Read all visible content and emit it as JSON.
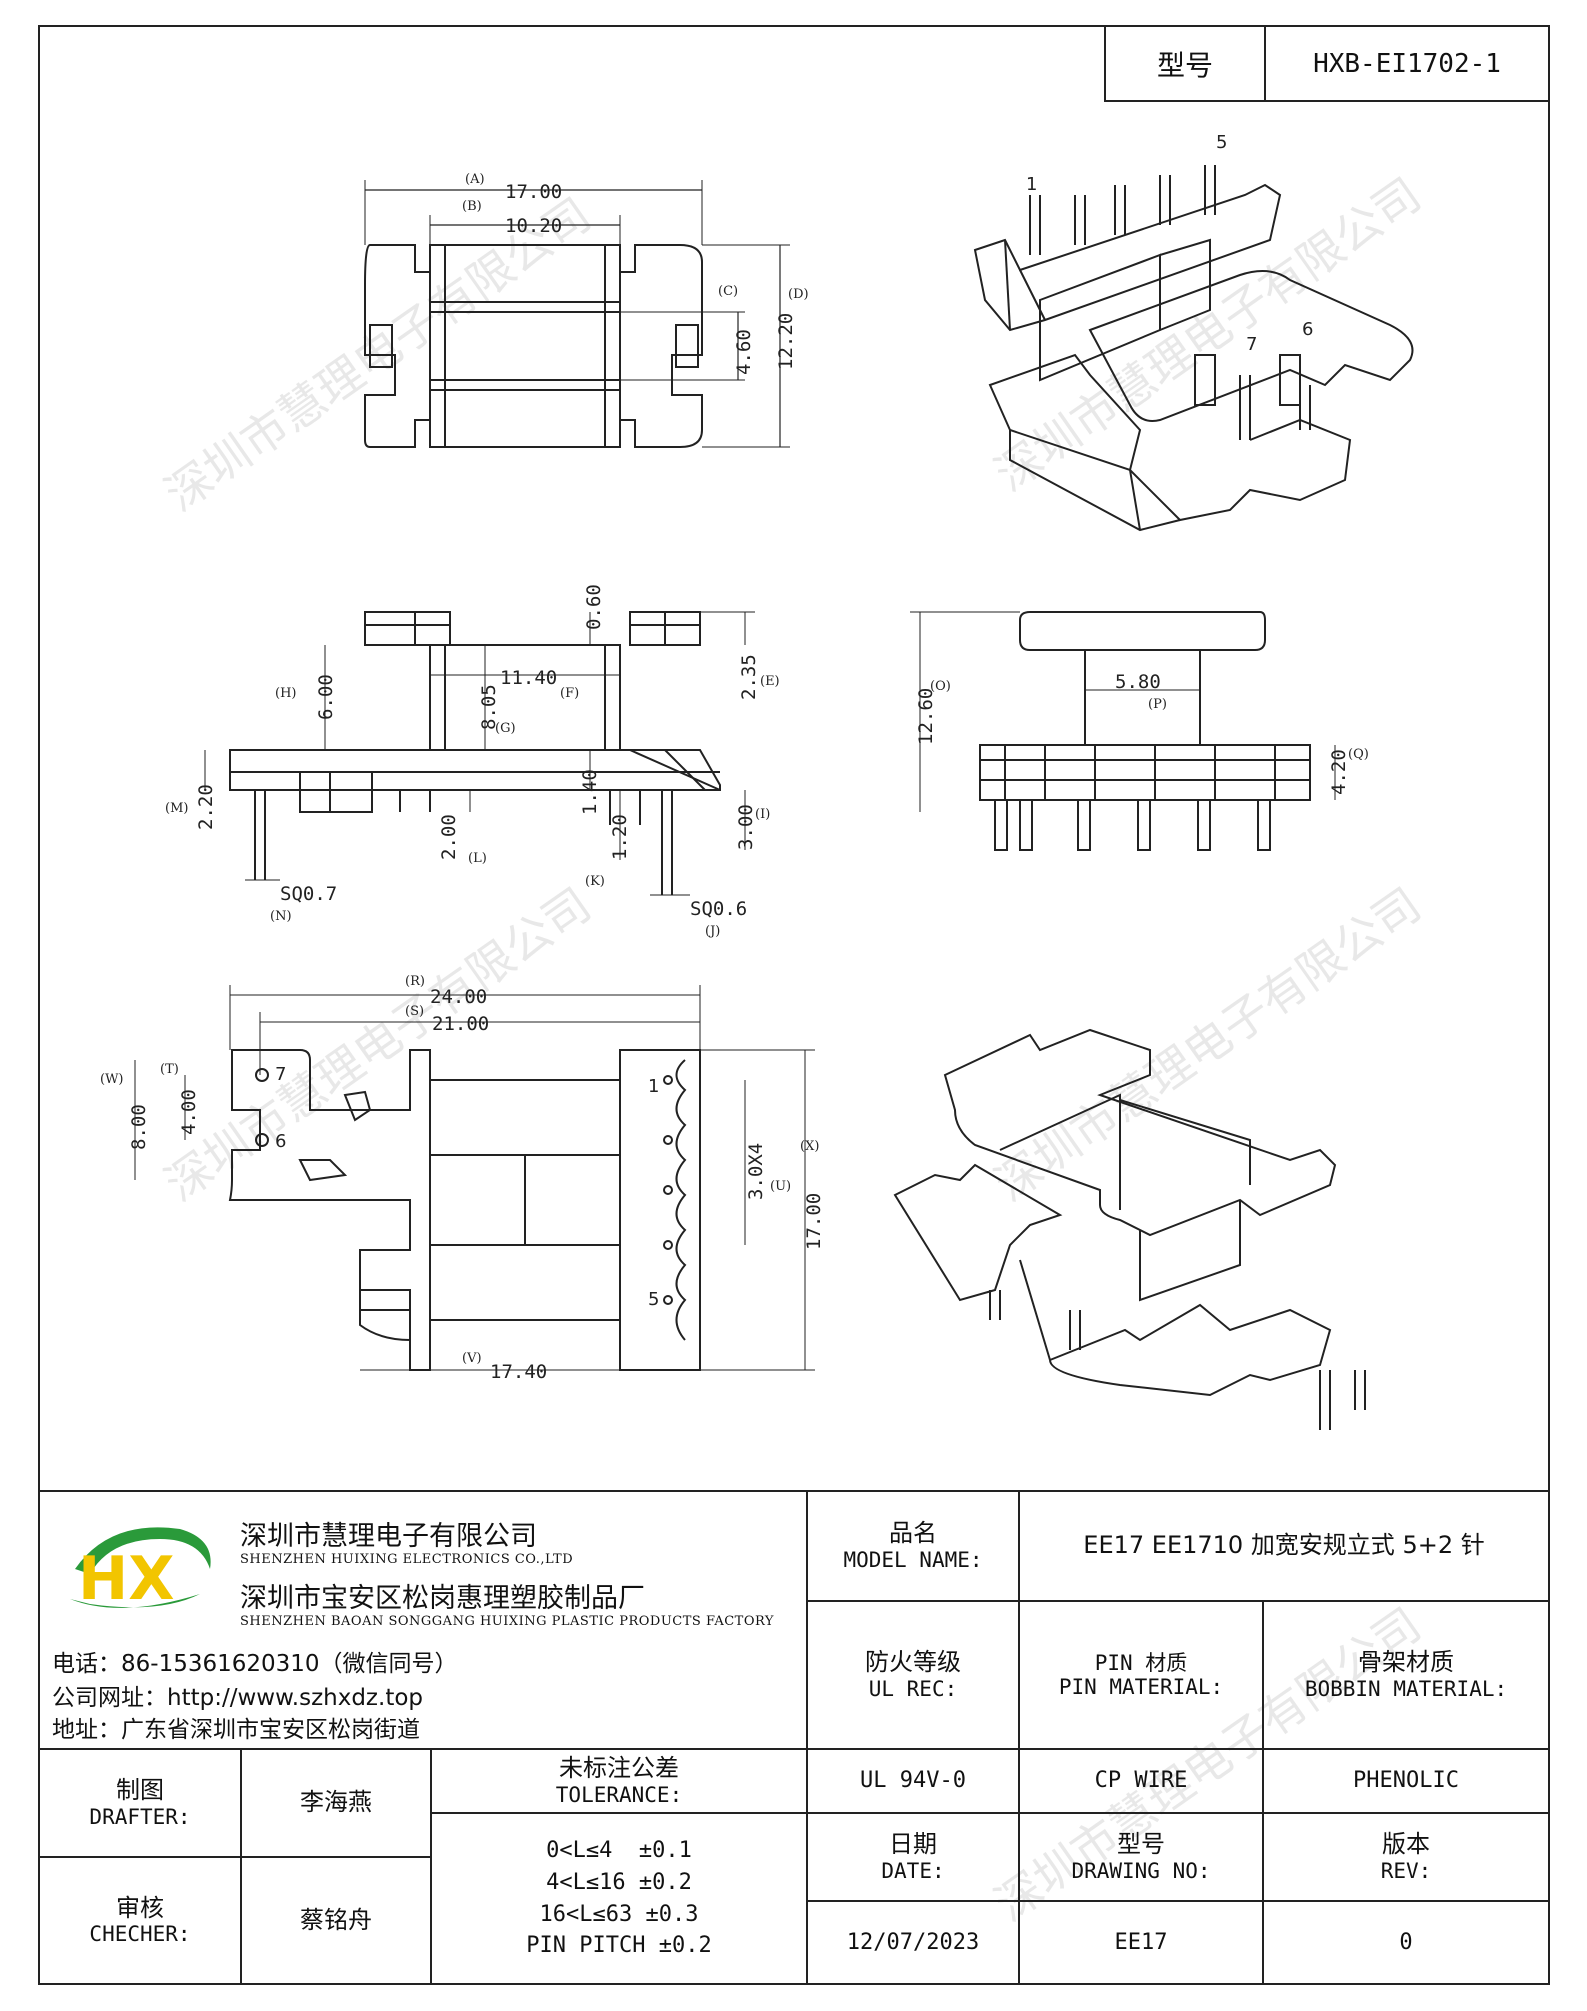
{
  "header": {
    "model_label": "型号",
    "model_value": "HXB-EI1702-1"
  },
  "watermark": "深圳市慧理电子有限公司",
  "top_view": {
    "dims": {
      "A": "17.00",
      "B": "10.20",
      "C": "4.60",
      "D": "12.20"
    },
    "labels": {
      "A": "(A)",
      "B": "(B)",
      "C": "(C)",
      "D": "(D)"
    }
  },
  "front_view": {
    "dims": {
      "gap": "0.60",
      "E": "2.35",
      "F": "11.40",
      "G": "8.05",
      "H": "6.00",
      "M": "2.20",
      "L": "2.00",
      "K": "1.20",
      "I": "3.00",
      "flange": "1.40",
      "N": "SQ0.7",
      "J": "SQ0.6"
    },
    "labels": {
      "E": "(E)",
      "F": "(F)",
      "G": "(G)",
      "H": "(H)",
      "M": "(M)",
      "L": "(L)",
      "K": "(K)",
      "I": "(I)",
      "N": "(N)",
      "J": "(J)"
    }
  },
  "side_view": {
    "dims": {
      "O": "12.60",
      "P": "5.80",
      "Q": "4.20"
    },
    "labels": {
      "O": "(O)",
      "P": "(P)",
      "Q": "(Q)"
    }
  },
  "bottom_view": {
    "dims": {
      "R": "24.00",
      "S": "21.00",
      "T": "4.00",
      "W": "8.00",
      "U": "3.0X4",
      "X": "17.00",
      "V": "17.40"
    },
    "labels": {
      "R": "(R)",
      "S": "(S)",
      "T": "(T)",
      "W": "(W)",
      "U": "(U)",
      "X": "(X)",
      "V": "(V)"
    },
    "pins": [
      "7",
      "6",
      "1",
      "5"
    ]
  },
  "iso_view": {
    "pins": [
      "1",
      "5",
      "7",
      "6"
    ]
  },
  "company": {
    "name_cn": "深圳市慧理电子有限公司",
    "name_en": "SHENZHEN HUIXING ELECTRONICS CO.,LTD",
    "factory_cn": "深圳市宝安区松岗惠理塑胶制品厂",
    "factory_en": "SHENZHEN BAOAN SONGGANG HUIXING PLASTIC PRODUCTS FACTORY",
    "phone": "电话：86-15361620310（微信同号）",
    "website": "公司网址：http://www.szhxdz.top",
    "address": "地址：广东省深圳市宝安区松岗街道",
    "logo_letters": "HX"
  },
  "title_block": {
    "model_name_cn": "品名",
    "model_name_en": "MODEL NAME:",
    "model_name_value": "EE17 EE1710 加宽安规立式 5+2 针",
    "ul_cn": "防火等级",
    "ul_en": "UL REC:",
    "pin_material_cn": "PIN 材质",
    "pin_material_en": "PIN MATERIAL:",
    "bobbin_material_cn": "骨架材质",
    "bobbin_material_en": "BOBBIN MATERIAL:",
    "ul_value": "UL 94V-0",
    "pin_value": "CP WIRE",
    "bobbin_value": "PHENOLIC",
    "drafter_cn": "制图",
    "drafter_en": "DRAFTER:",
    "drafter_name": "李海燕",
    "checker_cn": "审核",
    "checker_en": "CHECHER:",
    "checker_name": "蔡铭舟",
    "tolerance_cn": "未标注公差",
    "tolerance_en": "TOLERANCE:",
    "tolerance_lines": [
      "0<L≤4  ±0.1",
      "4<L≤16 ±0.2",
      "16<L≤63 ±0.3",
      "PIN PITCH ±0.2"
    ],
    "date_cn": "日期",
    "date_en": "DATE:",
    "date_value": "12/07/2023",
    "drawing_cn": "型号",
    "drawing_en": "DRAWING NO:",
    "drawing_value": "EE17",
    "rev_cn": "版本",
    "rev_en": "REV:",
    "rev_value": "0"
  }
}
